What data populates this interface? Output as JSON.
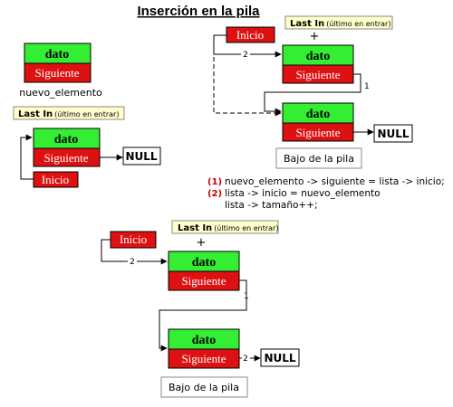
{
  "title": "Inserción en la pila",
  "labels": {
    "dato": "dato",
    "siguiente": "Siguiente",
    "inicio": "Inicio",
    "null": "NULL",
    "nuevo_elemento": "nuevo_elemento",
    "last_in_bold": "Last In",
    "last_in_note": "(último en entrar)",
    "bajo_pila": "Bajo de la pila",
    "plus": "+",
    "arrow_num_1": "1",
    "arrow_num_2": "2"
  },
  "code": {
    "step1_num": "(1)",
    "step2_num": "(2)",
    "line1": "nuevo_elemento -> siguiente = lista -> inicio;",
    "line2": "lista -> inicio = nuevo_elemento",
    "line3": "lista -> tamaño++;"
  },
  "colors": {
    "green": "#33ee33",
    "red": "#dd1111",
    "note_bg": "#ffffcc"
  }
}
